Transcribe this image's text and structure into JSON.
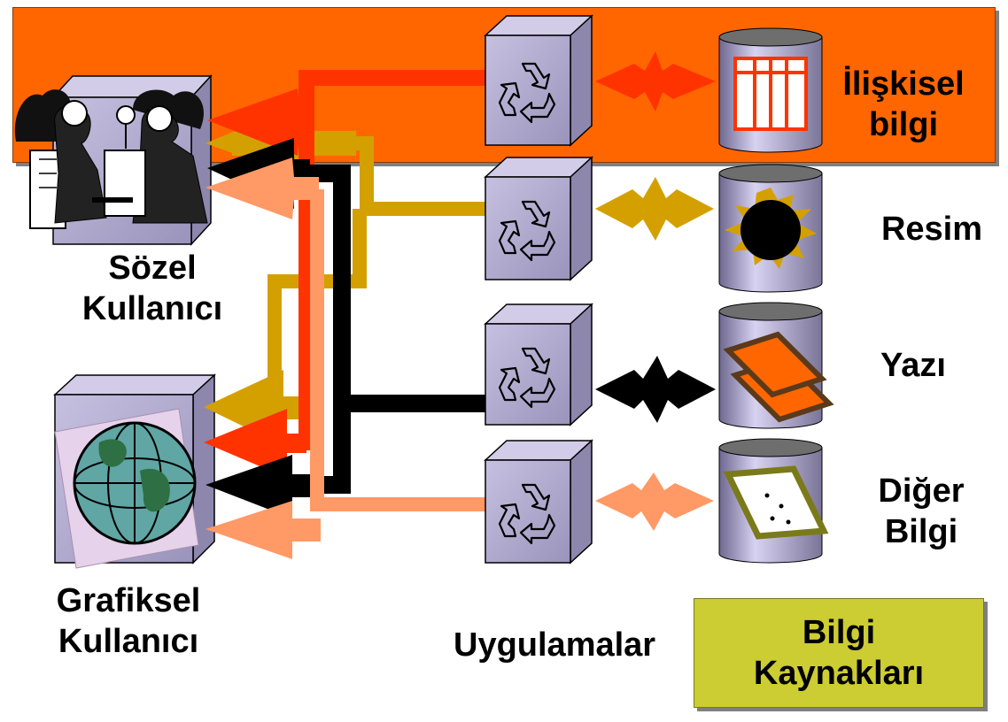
{
  "users": {
    "verbal": {
      "line1": "Sözel",
      "line2": "Kullanıcı"
    },
    "graphical": {
      "line1": "Grafiksel",
      "line2": "Kullanıcı"
    }
  },
  "applications": {
    "label": "Uygulamalar"
  },
  "sources": {
    "title_line1": "Bilgi",
    "title_line2": "Kaynakları",
    "relational": {
      "line1": "İlişkisel",
      "line2": "bilgi"
    },
    "image": {
      "label": "Resim"
    },
    "text": {
      "label": "Yazı"
    },
    "other": {
      "line1": "Diğer",
      "line2": "Bilgi"
    }
  },
  "colors": {
    "banner": "#ff6600",
    "red_flow": "#ff3300",
    "gold_flow": "#d4a000",
    "black_flow": "#000000",
    "salmon_flow": "#ff9966",
    "box_face": "#aaa3c8",
    "sources_box": "#cccc33"
  },
  "icons": [
    "meeting-people-clipart",
    "globe-icon",
    "recycle-icon",
    "table-icon",
    "splash-icon",
    "stacked-pages-icon",
    "document-icon"
  ]
}
